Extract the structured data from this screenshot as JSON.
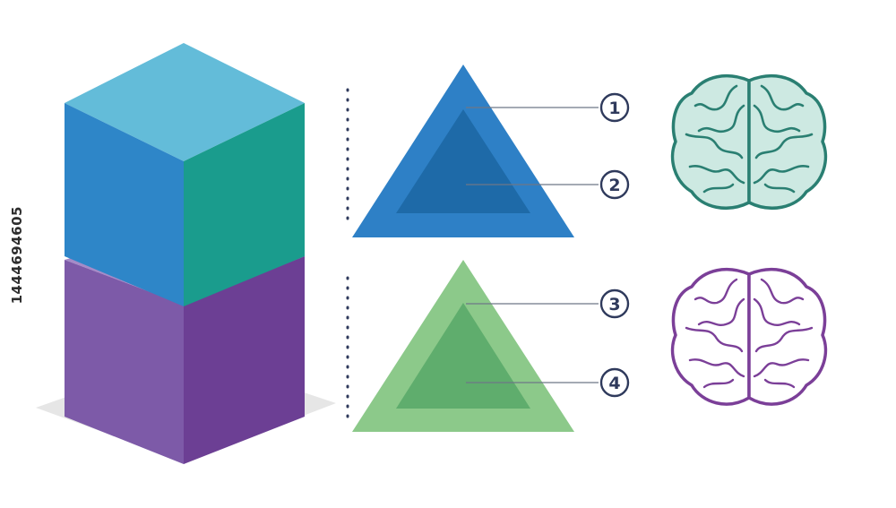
{
  "markers": [
    {
      "label": "1"
    },
    {
      "label": "2"
    },
    {
      "label": "3"
    },
    {
      "label": "4"
    }
  ],
  "side_id": "1444694605",
  "colors": {
    "cube_top": "#63bcd9",
    "cube_front": "#2e86c8",
    "cube_right": "#1a9c8d",
    "box_front": "#7d5aa8",
    "box_right": "#6c3f94",
    "triangle_blue_outer": "#2e80c6",
    "triangle_blue_inner": "#1e6aa8",
    "triangle_green_outer": "#8cc98a",
    "triangle_green_inner": "#5fad6d",
    "brain_teal": "#2a7f72",
    "brain_purple": "#7b3f98",
    "marker": "#2f3a5c"
  }
}
